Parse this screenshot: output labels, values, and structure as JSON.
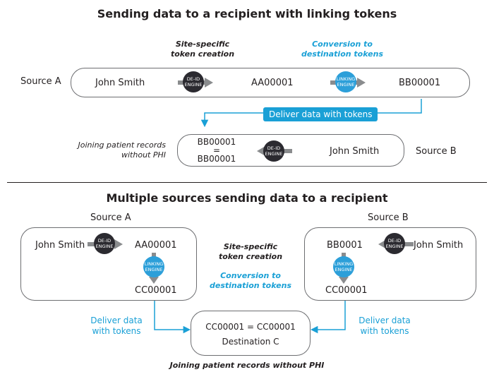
{
  "top": {
    "title": "Sending data to a recipient with linking tokens",
    "site_specific": "Site-specific\ntoken creation",
    "conversion": "Conversion to\ndestination tokens",
    "source_a": "Source A",
    "john_smith": "John Smith",
    "deid_engine": "DE-ID\nENGINE",
    "aa_token": "AA00001",
    "linking_engine": "LINKING\nENGINE",
    "bb_token": "BB00001",
    "deliver": "Deliver data with tokens",
    "joining": "Joining patient records\nwithout PHI",
    "bb_match_1": "BB00001",
    "bb_match_eq": "=",
    "bb_match_2": "BB00001",
    "john_smith_b": "John Smith",
    "source_b": "Source B"
  },
  "bottom": {
    "title": "Multiple sources sending data to a recipient",
    "source_a": "Source A",
    "source_b": "Source B",
    "a_john": "John Smith",
    "a_deid": "DE-ID\nENGINE",
    "a_aa": "AA00001",
    "a_link": "LINKING\nENGINE",
    "a_cc": "CC00001",
    "site_specific": "Site-specific\ntoken creation",
    "conversion": "Conversion to\ndestination tokens",
    "b_bb": "BB0001",
    "b_deid": "DE-ID\nENGINE",
    "b_john": "John Smith",
    "b_link": "LINKING\nENGINE",
    "b_cc": "CC00001",
    "deliver_left": "Deliver data\nwith tokens",
    "deliver_right": "Deliver data\nwith tokens",
    "dest_eq": "CC00001 = CC00001",
    "dest_name": "Destination C",
    "joining": "Joining patient records without PHI"
  },
  "colors": {
    "accent": "#1aa0d6",
    "dark": "#231f20",
    "arrow": "#8a8c8e"
  }
}
